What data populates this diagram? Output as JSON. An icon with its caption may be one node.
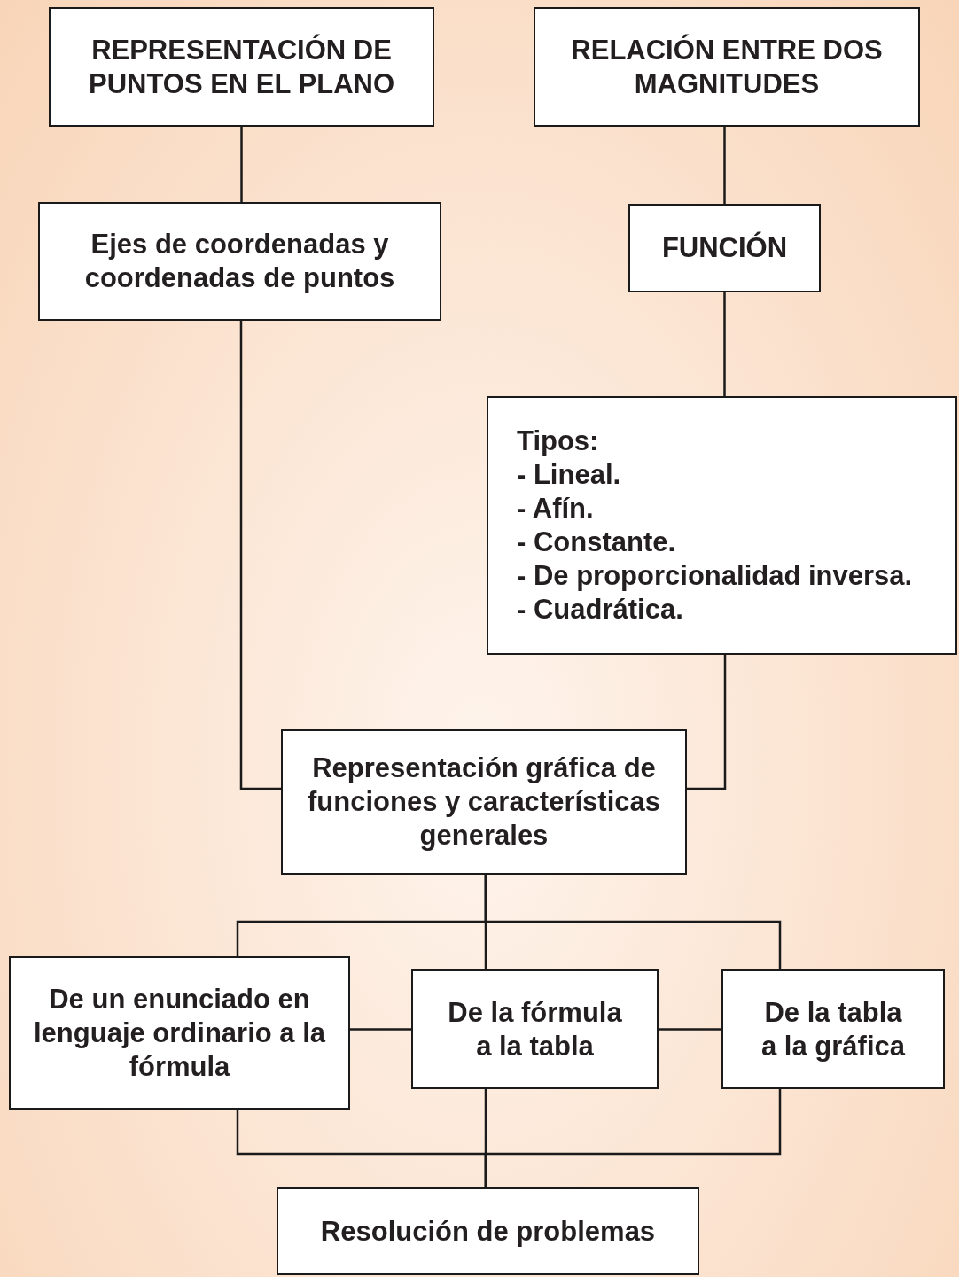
{
  "diagram": {
    "nodes": [
      {
        "text": [
          "REPRESENTACIÓN DE PUNTOS EN EL PLANO"
        ]
      },
      {
        "text": [
          "RELACIÓN ENTRE DOS MAGNITUDES"
        ]
      },
      {
        "text": [
          "Ejes de coordenadas y coordenadas de puntos"
        ]
      },
      {
        "text": [
          "FUNCIÓN"
        ]
      },
      {
        "text": [
          "Tipos:",
          "- Lineal.",
          "- Afín.",
          "- Constante.",
          "- De proporcionalidad inversa.",
          "- Cuadrática."
        ]
      },
      {
        "text": [
          "Representación gráfica de funciones y características generales"
        ]
      },
      {
        "text": [
          "De un enunciado en lenguaje ordinario a la fórmula"
        ]
      },
      {
        "text": [
          "De la fórmula a la tabla"
        ]
      },
      {
        "text": [
          "De la tabla a la gráfica"
        ]
      },
      {
        "text": [
          "Resolución de problemas"
        ]
      }
    ],
    "edges": [
      {
        "from": 0,
        "to": 2,
        "arrow": "none"
      },
      {
        "from": 1,
        "to": 3,
        "arrow": "none"
      },
      {
        "from": 3,
        "to": 4,
        "arrow": "none"
      },
      {
        "from": 2,
        "to": 5,
        "arrow": "none"
      },
      {
        "from": 4,
        "to": 5,
        "arrow": "none"
      },
      {
        "from": 5,
        "to": 6,
        "arrow": "none"
      },
      {
        "from": 5,
        "to": 7,
        "arrow": "none"
      },
      {
        "from": 5,
        "to": 8,
        "arrow": "none"
      },
      {
        "from": 6,
        "to": 7,
        "arrow": "none"
      },
      {
        "from": 7,
        "to": 8,
        "arrow": "none"
      },
      {
        "from": 6,
        "to": 9,
        "arrow": "none"
      },
      {
        "from": 7,
        "to": 9,
        "arrow": "none"
      },
      {
        "from": 8,
        "to": 9,
        "arrow": "none"
      }
    ]
  }
}
